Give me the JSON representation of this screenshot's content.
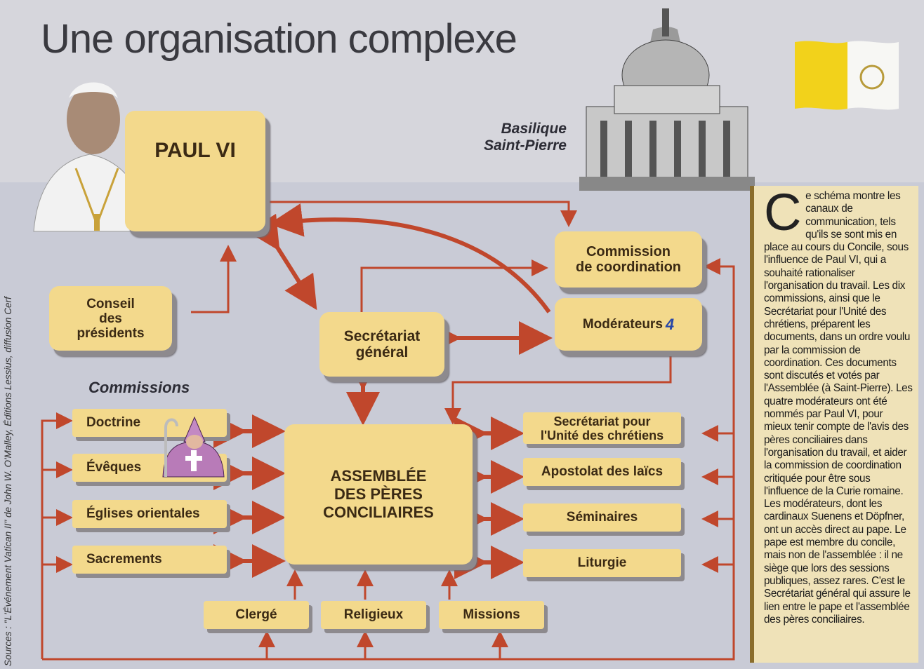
{
  "title": "Une organisation complexe",
  "pope_label": "PAUL VI",
  "basilica_label_1": "Basilique",
  "basilica_label_2": "Saint-Pierre",
  "boxes": {
    "commission_coordination_1": "Commission",
    "commission_coordination_2": "de coordination",
    "moderateurs": "Modérateurs",
    "moderateurs_note": "4",
    "conseil_1": "Conseil",
    "conseil_2": "des",
    "conseil_3": "présidents",
    "secretariat_1": "Secrétariat",
    "secretariat_2": "général",
    "assemblee_1": "ASSEMBLÉE",
    "assemblee_2": "DES PÈRES",
    "assemblee_3": "CONCILIAIRES"
  },
  "commissions_label": "Commissions",
  "left_commissions": [
    "Doctrine",
    "Évêques",
    "Églises orientales",
    "Sacrements"
  ],
  "right_commissions": [
    "Secrétariat pour",
    "l'Unité des chrétiens",
    "Apostolat des laïcs",
    "Séminaires",
    "Liturgie"
  ],
  "bottom_commissions": [
    "Clergé",
    "Religieux",
    "Missions"
  ],
  "text": {
    "dropcap": "C",
    "body": "e schéma montre les canaux de communication, tels qu'ils se sont mis en place au cours du Concile, sous l'influence de Paul VI, qui a souhaité rationaliser l'organisation du travail. Les dix commissions, ainsi que le Secrétariat pour l'Unité des chrétiens, préparent les documents, dans un ordre voulu par la commission de coordination. Ces documents sont discutés et votés par l'Assemblée (à Saint-Pierre). Les quatre modérateurs ont été nommés par Paul VI, pour mieux tenir compte de l'avis des pères conciliaires dans l'organisation du travail, et aider la commission de coordination critiquée pour être sous l'influence de la Curie romaine. Les modérateurs, dont les cardinaux Suenens et Döpfner, ont un accès direct au pape. Le pape est membre du concile, mais non de l'assemblée : il ne siège que lors des sessions publiques, assez rares. C'est le Secrétariat général qui assure le lien entre le pape et l'assemblée des pères conciliaires."
  },
  "sources": "Sources : \"L'Événement Vatican II\" de John W. O'Malley, Éditions Lessius, diffusion Cerf",
  "colors": {
    "box": "#f3d98c",
    "arrow": "#c0472c",
    "flag_yellow": "#f2d21b"
  }
}
